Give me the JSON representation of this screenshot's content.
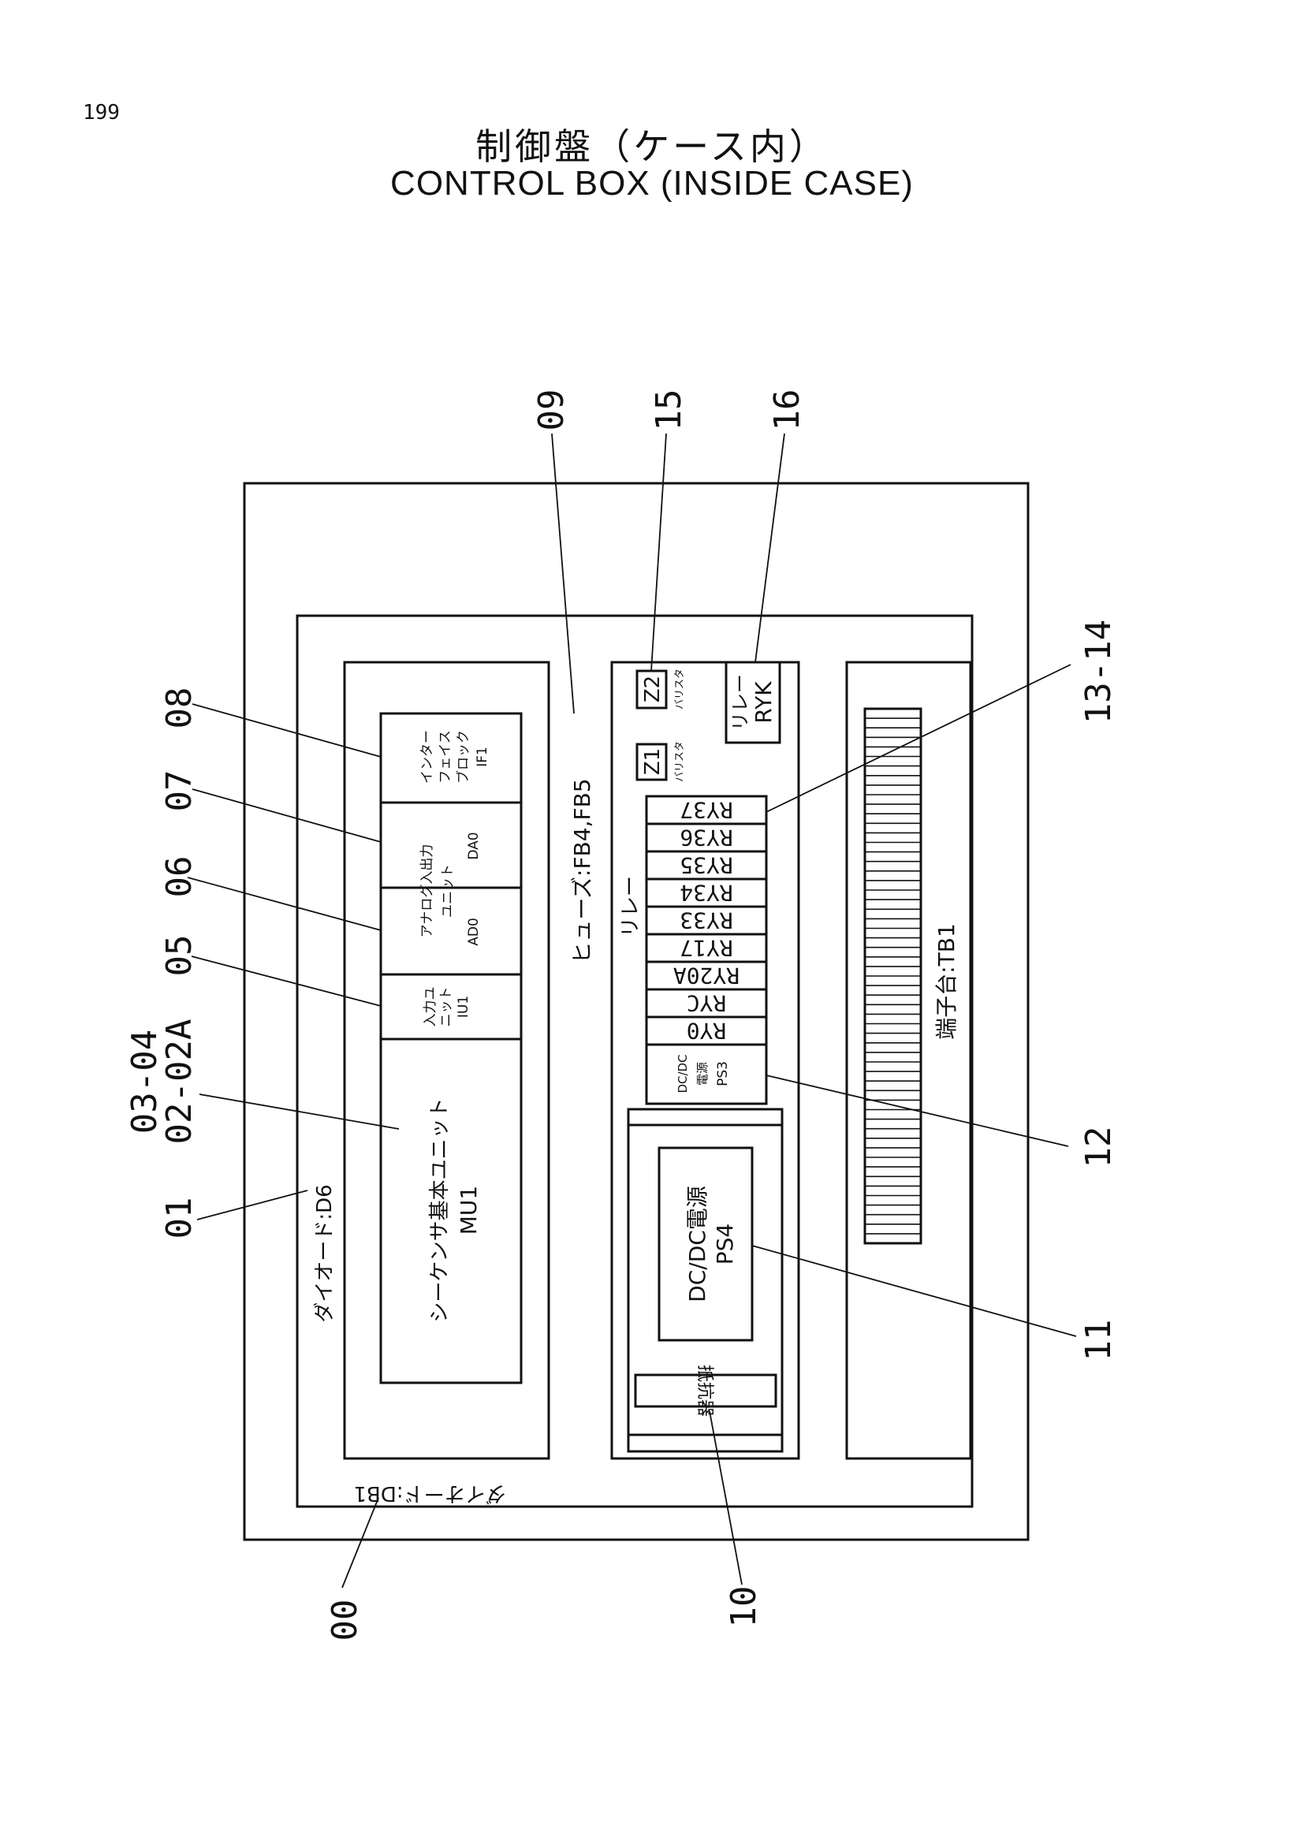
{
  "page_number": "199",
  "title_jp": "制御盤（ケース内）",
  "title_en": "CONTROL BOX (INSIDE CASE)",
  "callouts": {
    "c00": "00",
    "c01": "01",
    "c0202a": "02-02A",
    "c0304": "03-04",
    "c05": "05",
    "c06": "06",
    "c07": "07",
    "c08": "08",
    "c09": "09",
    "c10": "10",
    "c11": "11",
    "c12": "12",
    "c1314": "13-14",
    "c15": "15",
    "c16": "16"
  },
  "labels": {
    "diode_d6": "ダイオード:D6",
    "diode_db1": "ダイオード:DB1",
    "sequencer_jp": "シーケンサ基本ユニット",
    "sequencer_code": "MU1",
    "input_unit_jp": [
      "入力ユ",
      "ニット"
    ],
    "input_unit_code": "IU1",
    "analog_jp": [
      "アナログ入出力",
      "ユニット"
    ],
    "analog_ad_code": "AD0",
    "analog_da_code": "DA0",
    "interface_jp": [
      "インター",
      "フェイス",
      "ブロック"
    ],
    "interface_code": "IF1",
    "fuse": "ヒューズ:FB4,FB5",
    "relay_section": "リレー",
    "varistor_z1": "Z1",
    "varistor_z2": "Z2",
    "varistor_caption": "バリスタ",
    "relay_ryk_jp": "リレー",
    "relay_ryk": "RYK",
    "relays": [
      "RY37",
      "RY36",
      "RY35",
      "RY34",
      "RY33",
      "RY17",
      "RY20A",
      "RYC",
      "RY0"
    ],
    "ps3_jp": [
      "DC/DC",
      "電源"
    ],
    "ps3_code": "PS3",
    "ps4_jp": "DC/DC電源",
    "ps4_code": "PS4",
    "resistor": "抵抗器",
    "terminal": "端子台:TB1"
  }
}
